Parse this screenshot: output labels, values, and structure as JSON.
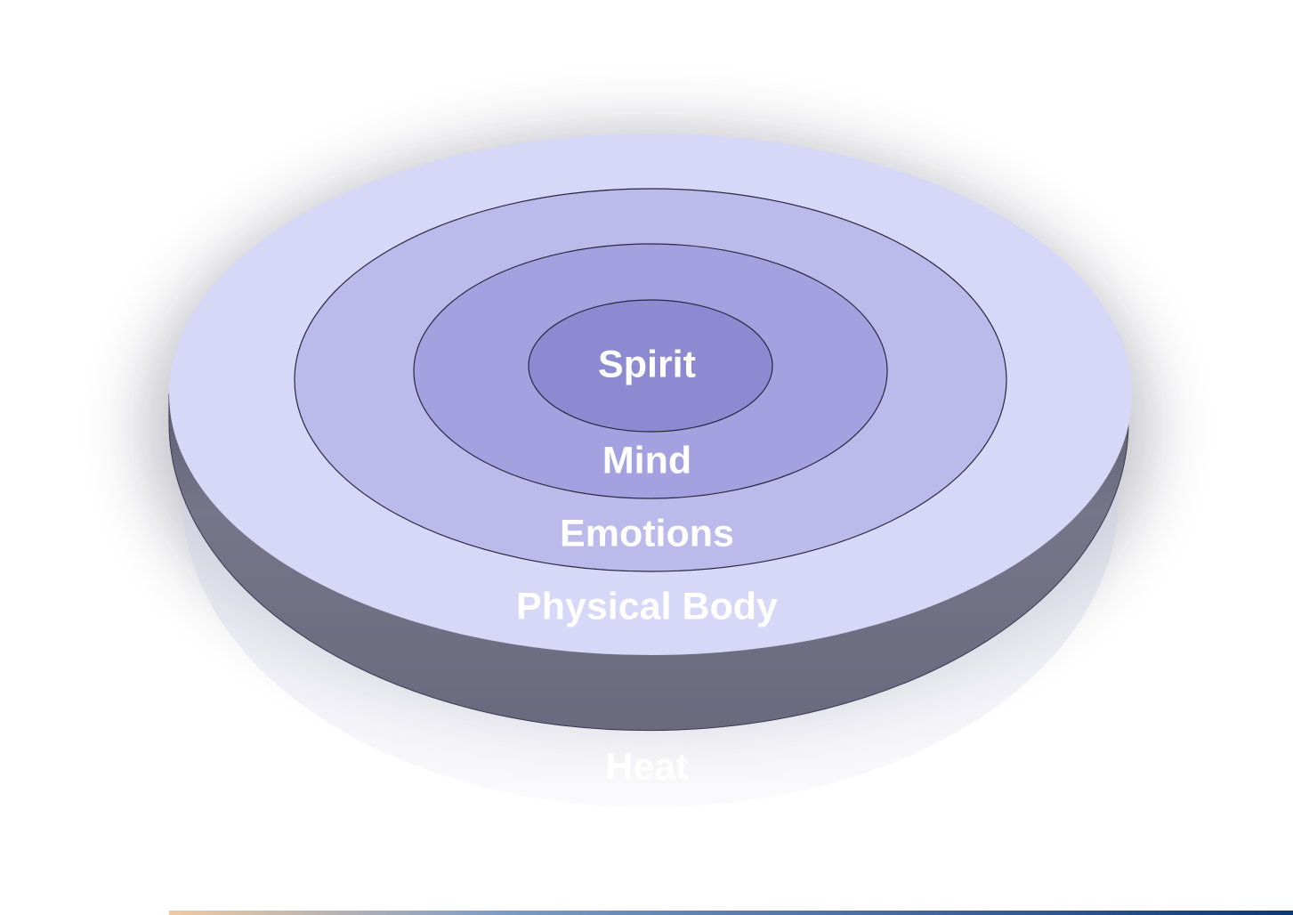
{
  "diagram": {
    "layers": [
      {
        "id": "spirit",
        "label": "Spirit",
        "fill": "#8e8ad1"
      },
      {
        "id": "mind",
        "label": "Mind",
        "fill": "#a3a1e0"
      },
      {
        "id": "emotions",
        "label": "Emotions",
        "fill": "#bbbaeb"
      },
      {
        "id": "physical-body",
        "label": "Physical Body",
        "fill": "#d7d7f7"
      }
    ],
    "base": {
      "label": "Heat",
      "side_fill": "#757389",
      "reflection_fill": "#d9d9e8"
    },
    "colors": {
      "ring_stroke": "#2a2840",
      "label_text": "#ffffff",
      "strip_start": "#f0c9a0",
      "strip_end": "#0b3a78"
    }
  }
}
